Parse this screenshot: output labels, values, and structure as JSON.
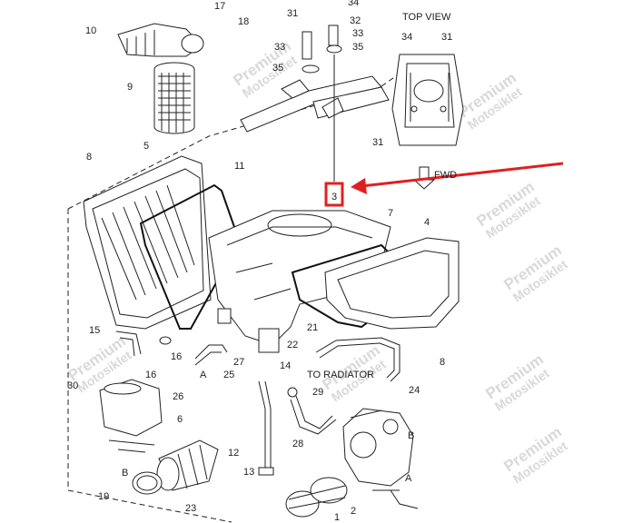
{
  "headings": {
    "top_view": "TOP VIEW",
    "fwd": "FWD",
    "to_radiator": "TO RADIATOR"
  },
  "highlight": {
    "label": "3",
    "color": "#e02020"
  },
  "watermark": {
    "line1": "Premium",
    "line2": "Motosiklet"
  },
  "callouts": [
    {
      "id": "c17",
      "text": "17"
    },
    {
      "id": "c18",
      "text": "18"
    },
    {
      "id": "c10",
      "text": "10"
    },
    {
      "id": "c9",
      "text": "9"
    },
    {
      "id": "c31a",
      "text": "31"
    },
    {
      "id": "c33a",
      "text": "33"
    },
    {
      "id": "c35a",
      "text": "35"
    },
    {
      "id": "c34a",
      "text": "34"
    },
    {
      "id": "c32",
      "text": "32"
    },
    {
      "id": "c33b",
      "text": "33"
    },
    {
      "id": "c35b",
      "text": "35"
    },
    {
      "id": "c34b",
      "text": "34"
    },
    {
      "id": "c31b",
      "text": "31"
    },
    {
      "id": "c31c",
      "text": "31"
    },
    {
      "id": "c5",
      "text": "5"
    },
    {
      "id": "c8a",
      "text": "8"
    },
    {
      "id": "c11",
      "text": "11"
    },
    {
      "id": "c7",
      "text": "7"
    },
    {
      "id": "c4",
      "text": "4"
    },
    {
      "id": "c15",
      "text": "15"
    },
    {
      "id": "c16a",
      "text": "16"
    },
    {
      "id": "c16b",
      "text": "16"
    },
    {
      "id": "cA1",
      "text": "A"
    },
    {
      "id": "c25",
      "text": "25"
    },
    {
      "id": "c27",
      "text": "27"
    },
    {
      "id": "c26",
      "text": "26"
    },
    {
      "id": "c14",
      "text": "14"
    },
    {
      "id": "c21",
      "text": "21"
    },
    {
      "id": "c22",
      "text": "22"
    },
    {
      "id": "c8b",
      "text": "8"
    },
    {
      "id": "c29",
      "text": "29"
    },
    {
      "id": "c24",
      "text": "24"
    },
    {
      "id": "c30",
      "text": "30"
    },
    {
      "id": "c6",
      "text": "6"
    },
    {
      "id": "c12",
      "text": "12"
    },
    {
      "id": "c28",
      "text": "28"
    },
    {
      "id": "cB1",
      "text": "B"
    },
    {
      "id": "cB2",
      "text": "B"
    },
    {
      "id": "c13",
      "text": "13"
    },
    {
      "id": "c19",
      "text": "19"
    },
    {
      "id": "c23",
      "text": "23"
    },
    {
      "id": "c2",
      "text": "2"
    },
    {
      "id": "cA2",
      "text": "A"
    },
    {
      "id": "c1",
      "text": "1"
    }
  ]
}
